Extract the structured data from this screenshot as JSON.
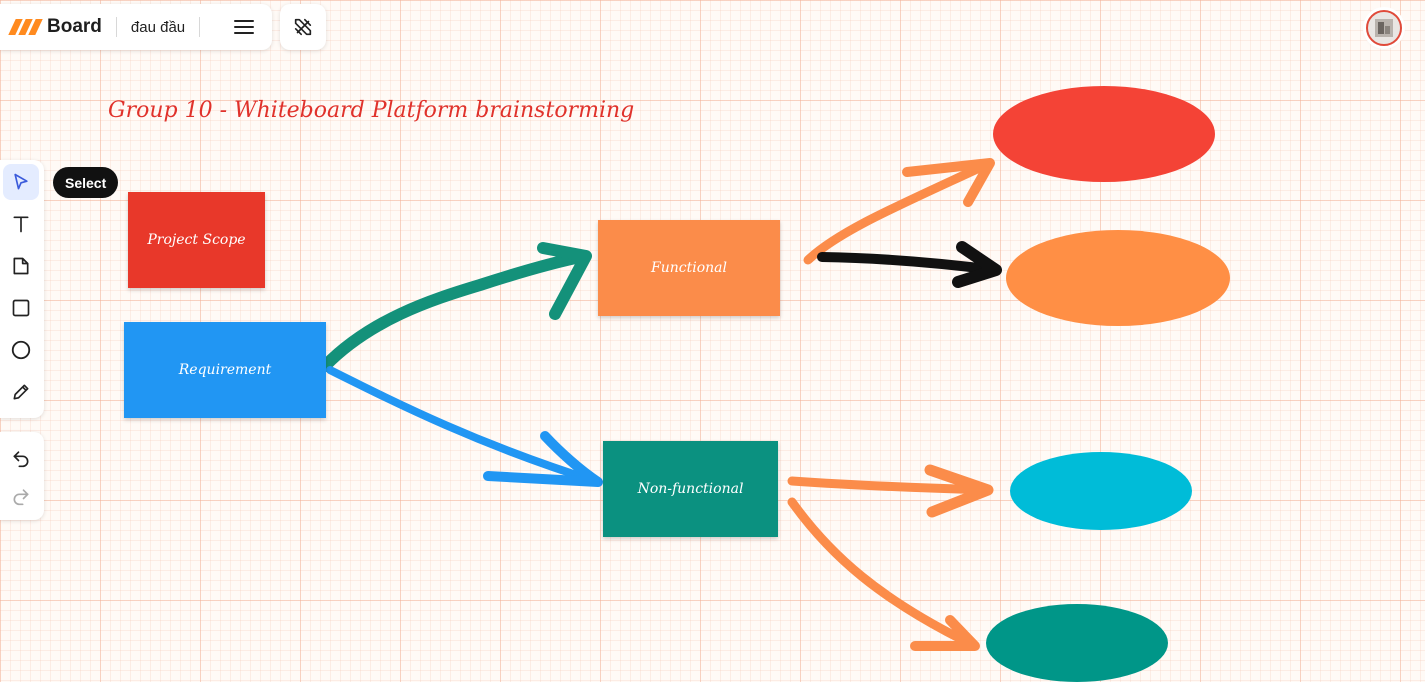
{
  "header": {
    "brand": "Board",
    "board_name": "đau đầu"
  },
  "toolbar": {
    "tooltip": "Select",
    "tools": [
      "select-icon",
      "text-icon",
      "sticky-note-icon",
      "rectangle-icon",
      "ellipse-icon",
      "pencil-icon"
    ],
    "history": [
      "undo-icon",
      "redo-icon"
    ]
  },
  "canvas": {
    "title": "Group 10 - Whiteboard Platform brainstorming",
    "shapes": {
      "project_scope": {
        "label": "Project Scope",
        "color": "#e8382a"
      },
      "requirement": {
        "label": "Requirement",
        "color": "#2196f3"
      },
      "functional": {
        "label": "Functional",
        "color": "#fb8c4a"
      },
      "non_functional": {
        "label": "Non-functional",
        "color": "#0b9180"
      }
    },
    "ellipses": [
      "#f44336",
      "#ff8f45",
      "#00bcd8",
      "#009688"
    ],
    "arrow_colors": [
      "#14917a",
      "#2196f3",
      "#fb8c4a",
      "#111111"
    ]
  }
}
